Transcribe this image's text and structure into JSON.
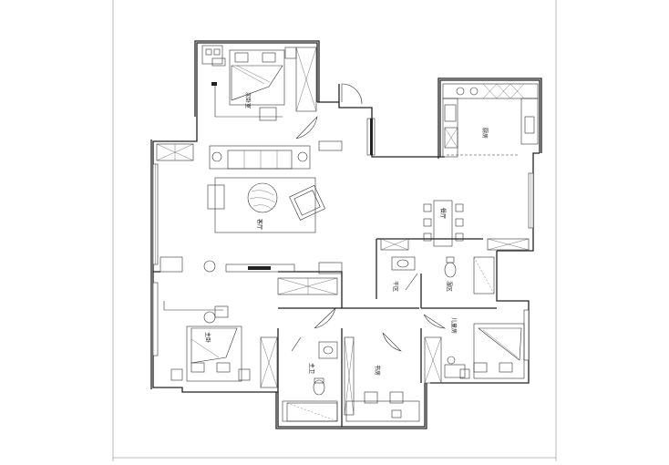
{
  "rooms": {
    "second_bedroom": "次卧室",
    "master_bedroom": "主卧",
    "living_room": "客厅",
    "kitchen": "厨房",
    "dining_room": "餐厅",
    "dry_area": "干区",
    "wet_area": "湿区",
    "master_bath": "主卫",
    "study": "书房",
    "elder_room": "儿童房"
  }
}
